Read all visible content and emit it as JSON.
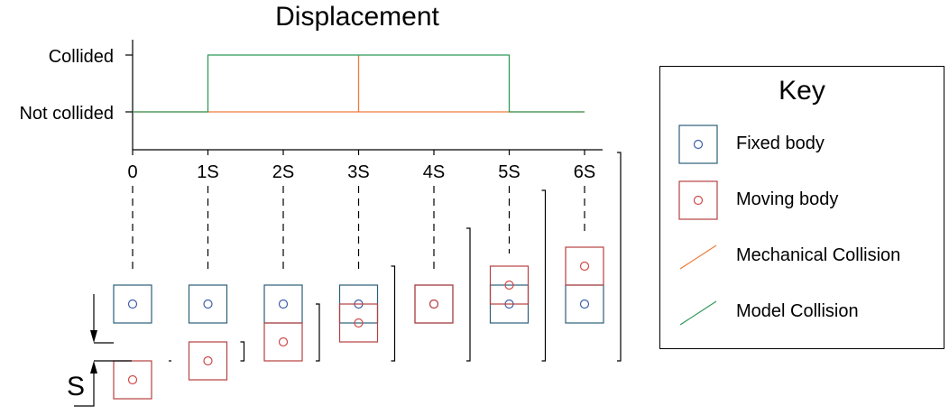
{
  "title": "Displacement",
  "states": {
    "collided": "Collided",
    "not_collided": "Not collided"
  },
  "ticks": [
    "0",
    "1S",
    "2S",
    "3S",
    "4S",
    "5S",
    "6S"
  ],
  "chart_data": {
    "type": "line",
    "title": "Displacement",
    "x_ticks": [
      "0",
      "1S",
      "2S",
      "3S",
      "4S",
      "5S",
      "6S"
    ],
    "y_levels": [
      "Not collided",
      "Collided"
    ],
    "series": [
      {
        "name": "Mechanical Collision",
        "color": "#ef7a3a",
        "points": [
          [
            0,
            0
          ],
          [
            3,
            0
          ],
          [
            3,
            1
          ],
          [
            3,
            0
          ],
          [
            6,
            0
          ]
        ]
      },
      {
        "name": "Model Collision",
        "color": "#2f9a5a",
        "points": [
          [
            0,
            0
          ],
          [
            1,
            0
          ],
          [
            1,
            1
          ],
          [
            5,
            1
          ],
          [
            5,
            0
          ],
          [
            6,
            0
          ]
        ]
      }
    ]
  },
  "positions": [
    0,
    1,
    2,
    3,
    4,
    5,
    6
  ],
  "s_label": "S",
  "key": {
    "title": "Key",
    "items": [
      {
        "label": "Fixed body",
        "symbol": "fixed-body-icon"
      },
      {
        "label": "Moving body",
        "symbol": "moving-body-icon"
      },
      {
        "label": "Mechanical Collision",
        "symbol": "mechanical-line-icon"
      },
      {
        "label": "Model Collision",
        "symbol": "model-line-icon"
      }
    ]
  },
  "colors": {
    "fixed_body": "#2b5f7a",
    "fixed_circle": "#3a5fa8",
    "moving_body": "#b84040",
    "moving_circle": "#d04848",
    "mechanical": "#ef7a3a",
    "model": "#2f9a5a"
  }
}
